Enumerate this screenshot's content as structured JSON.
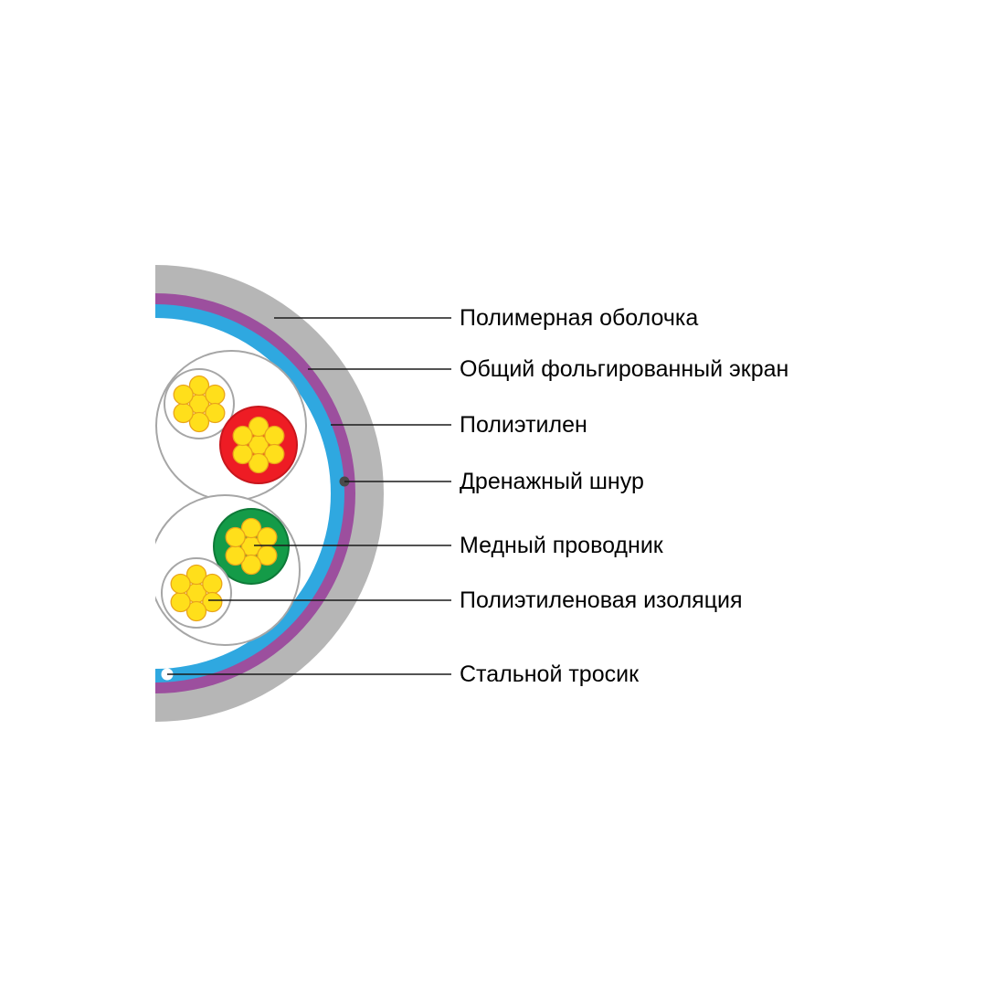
{
  "diagram": {
    "labels": [
      {
        "id": "polymer-sheath",
        "text": "Полимерная оболочка"
      },
      {
        "id": "foil-screen",
        "text": "Общий фольгированный экран"
      },
      {
        "id": "polyethylene",
        "text": "Полиэтилен"
      },
      {
        "id": "drain-cord",
        "text": "Дренажный шнур"
      },
      {
        "id": "copper-conductor",
        "text": "Медный проводник"
      },
      {
        "id": "polyethylene-insulation",
        "text": "Полиэтиленовая изоляция"
      },
      {
        "id": "steel-wire",
        "text": "Стальной тросик"
      }
    ],
    "colors": {
      "sheath_gray": "#b6b6b6",
      "foil_screen_purple": "#9c4f9e",
      "polyethylene_blue": "#2fa8e0",
      "interior_white": "#ffffff",
      "pair_red": "#ee1c24",
      "pair_green": "#149b48",
      "copper_yellow": "#ffdf1b",
      "drain_cord_dark": "#4a4a4a",
      "steel_wire_white": "#ffffff",
      "leader_line": "#1a1a1a"
    }
  }
}
